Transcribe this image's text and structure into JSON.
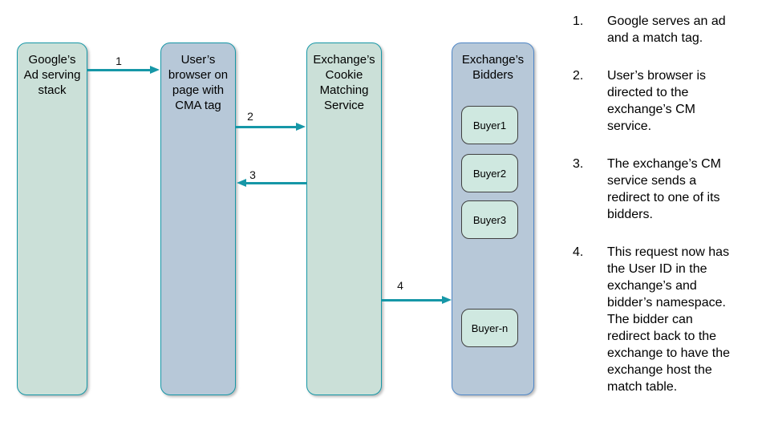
{
  "diagram": {
    "boxes": [
      {
        "id": "google-ad-stack",
        "label": "Google’s\nAd serving\nstack"
      },
      {
        "id": "user-browser",
        "label": "User’s\nbrowser on\npage with\nCMA tag"
      },
      {
        "id": "cookie-matching-service",
        "label": "Exchange’s\nCookie\nMatching\nService"
      },
      {
        "id": "exchange-bidders",
        "label": "Exchange’s\nBidders",
        "buyers": [
          "Buyer1",
          "Buyer2",
          "Buyer3",
          "Buyer-n"
        ]
      }
    ],
    "arrows": [
      {
        "label": "1",
        "from": "google-ad-stack",
        "to": "user-browser"
      },
      {
        "label": "2",
        "from": "user-browser",
        "to": "cookie-matching-service"
      },
      {
        "label": "3",
        "from": "cookie-matching-service",
        "to": "user-browser"
      },
      {
        "label": "4",
        "from": "cookie-matching-service",
        "to": "exchange-bidders"
      }
    ]
  },
  "steps": [
    {
      "num": "1.",
      "text": "Google serves an ad\nand a match tag."
    },
    {
      "num": "2.",
      "text": "User’s browser is\ndirected to the\nexchange’s CM\nservice."
    },
    {
      "num": "3.",
      "text": "The exchange’s CM\nservice sends a\nredirect to one of its\nbidders."
    },
    {
      "num": "4.",
      "text": "This request now has\nthe User ID in the\nexchange’s and\nbidder’s namespace.\nThe bidder can\nredirect back to the\nexchange to have the\nexchange host the\nmatch table."
    }
  ],
  "colors": {
    "teal_accent": "#1697a7",
    "green_box_fill": "#cbe0d8",
    "blue_box_fill": "#b7c8d8",
    "bidders_border": "#4f86c6",
    "buyer_fill": "#cfe8e0",
    "buyer_border": "#404040",
    "text": "#000000",
    "background": "#ffffff"
  }
}
